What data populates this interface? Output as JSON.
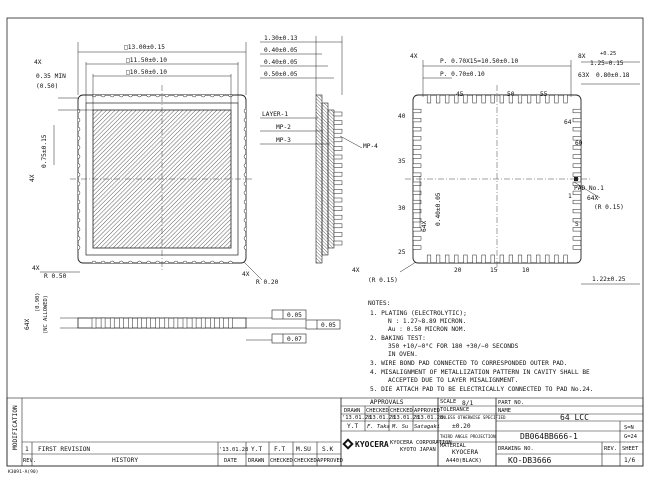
{
  "top_view": {
    "dims": {
      "outer": "□13.00±0.15",
      "mid": "□11.50±0.10",
      "inner": "□10.50±0.10",
      "corner_left": "4X",
      "notch_min": "0.35 MIN",
      "notch_ref": "(0.50)",
      "side_4x": "4X",
      "side_val": "0.75±0.15",
      "r_bl_4x": "4X",
      "r_bl": "R 0.50",
      "r_br_4x": "4X",
      "r_br": "R 0.20"
    }
  },
  "section_view": {
    "dims": [
      "1.30±0.13",
      "0.40±0.05",
      "0.40±0.05",
      "0.50±0.05"
    ],
    "labels": {
      "layer1": "LAYER-1",
      "mp2": "MP-2",
      "mp3": "MP-3",
      "mp4": "MP-4"
    }
  },
  "bottom_view": {
    "dims": {
      "pitch_4x": "4X",
      "pitch_total": "P. 0.70X15=10.50±0.10",
      "pitch": "P. 0.70±0.10",
      "tol_8x": "8X",
      "tol_pos": "+0.25",
      "tol_base": "1.25−0.15",
      "pad_63x": "63X",
      "pad_w": "0.80±0.18",
      "pad_h_64x": "64X",
      "pad_h": "0.40±0.05",
      "r_4x": "4X",
      "r": "(R 0.15)",
      "pad1_64x": "64X",
      "pad1_r": "(R 0.15)",
      "pad_no1": "PAD No.1",
      "bottom_dim": "1.22±0.25"
    },
    "pin_numbers": {
      "top": [
        "45",
        "50",
        "55"
      ],
      "right": [
        "64",
        "60",
        "1",
        "5"
      ],
      "bottom": [
        "20",
        "15",
        "10"
      ],
      "left": [
        "40",
        "35",
        "30",
        "25"
      ]
    }
  },
  "side_view": {
    "left_4x": "64X",
    "left_lbl1": "(0.90)",
    "left_lbl2": "(NC ALLOWED)",
    "flatness": [
      "0.05",
      "0.05",
      "0.07"
    ]
  },
  "notes": {
    "title": "NOTES:",
    "lines": [
      "1. PLATING (ELECTROLYTIC);",
      "N : 1.27~8.89 MICRON.",
      "Au : 0.50 MICRON NOM.",
      "2. BAKING TEST:",
      "350 +10/−0°C FOR 180 +30/−0 SECONDS",
      "IN OVEN.",
      "3. WIRE BOND PAD CONNECTED TO CORRESPONDED OUTER PAD.",
      "4. MISALIGNMENT OF METALLIZATION PATTERN IN CAVITY SHALL BE",
      "ACCEPTED DUE TO LAYER MISALIGNMENT.",
      "5. DIE ATTACH PAD TO BE ELECTRICALLY CONNECTED TO PAD No.24."
    ]
  },
  "title_block": {
    "modification": "MODIFICATION",
    "revision_row": {
      "rev": "1",
      "desc": "FIRST REVISION",
      "date": "'13.01.28",
      "drawn": "Y.T",
      "checked": "F.T",
      "checked2": "M.SU",
      "approved": "S.K"
    },
    "headers": {
      "rev": "REV.",
      "history": "HISTORY",
      "date": "DATE",
      "drawn": "DRAWN",
      "checked": "CHECKED",
      "checked2": "CHECKED",
      "approved": "APPROVED"
    },
    "approvals": {
      "title": "APPROVALS",
      "cols": [
        "DRAWN",
        "CHECKED",
        "CHECKED",
        "APPROVED"
      ],
      "dates": [
        "'13.01.28",
        "'13.01.28",
        "'13.01.28",
        "'13.01.28"
      ],
      "names": [
        "Y.T",
        "F. Taka",
        "M. Su",
        "Satagaki"
      ]
    },
    "company_logo": "KYOCERA",
    "company": "KYOCERA CORPORATION",
    "company_city": "KYOTO JAPAN",
    "scale_label": "SCALE",
    "scale": "8/1",
    "tolerance_label": "TOLERANCE",
    "tolerance_note": "UNLESS OTHERWISE SPECIFIED",
    "tolerance": "±0.20",
    "projection_label": "THIRD ANGLE PROJECTION",
    "material_label": "MATERIAL",
    "material": "KYOCERA",
    "material2": "A440(BLACK)",
    "part_no_label": "PART NO.",
    "name_label": "NAME",
    "name": "64 LCC",
    "part_no": "DB064BB666-1",
    "pin_info1": "S=N",
    "pin_info2": "G=24",
    "drawing_no_label": "DRAWING NO.",
    "drawing_no": "KO-DB3666",
    "rev_label": "REV.",
    "sheet_label": "SHEET",
    "sheet": "1/6",
    "stamp": "K3091-A(90)"
  }
}
